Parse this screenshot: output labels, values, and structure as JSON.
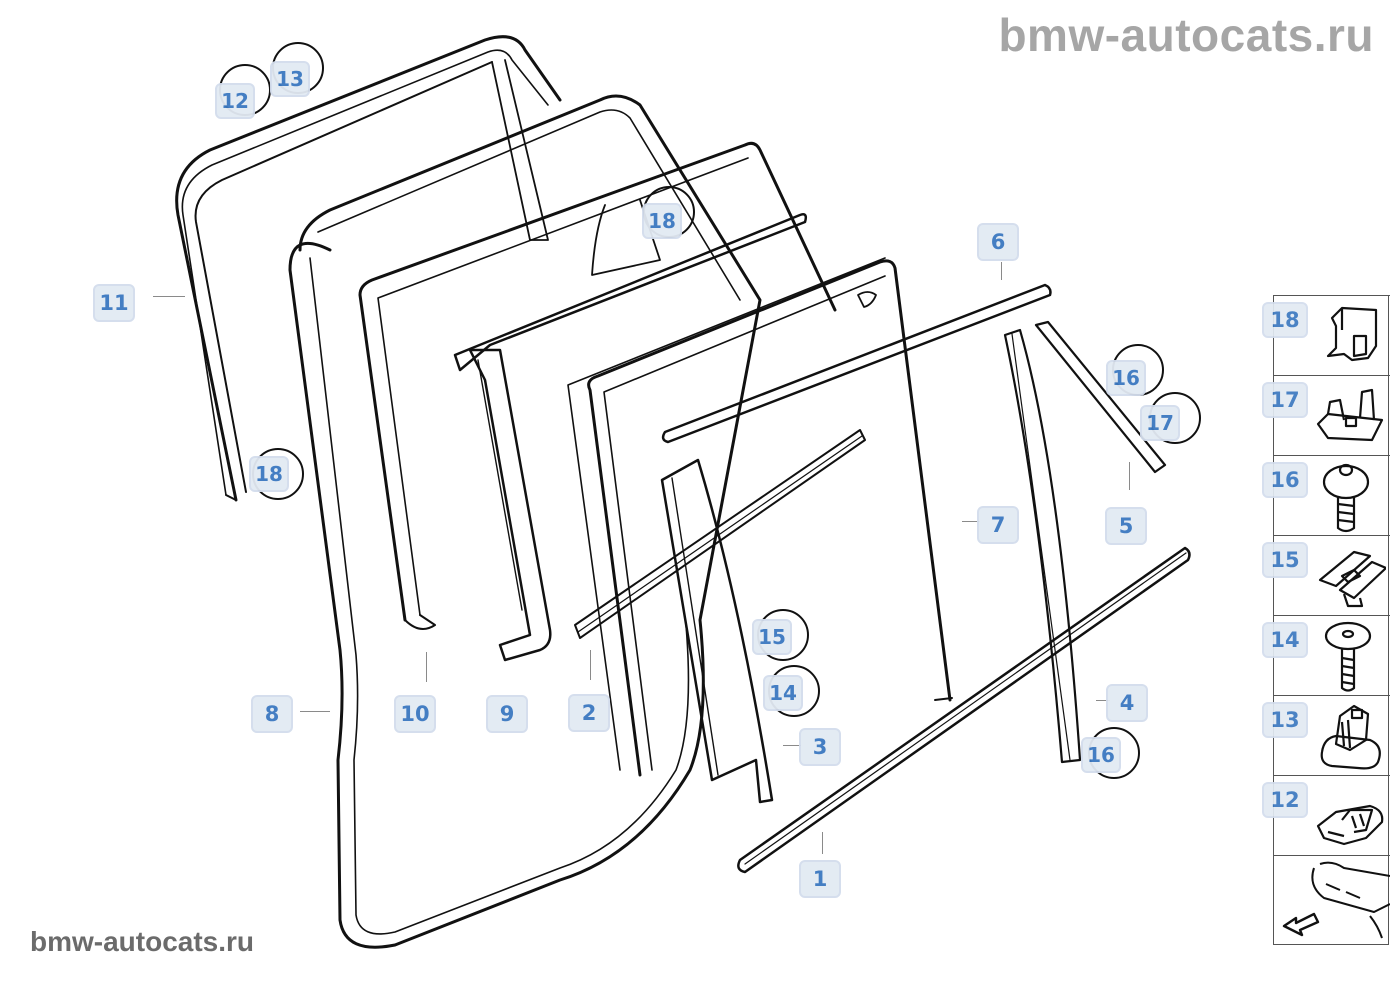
{
  "watermark": {
    "top": "bmw-autocats.ru",
    "bottom": "bmw-autocats.ru"
  },
  "callouts": {
    "c1": "1",
    "c2": "2",
    "c3": "3",
    "c4": "4",
    "c5": "5",
    "c6": "6",
    "c7": "7",
    "c8": "8",
    "c9": "9",
    "c10": "10",
    "c11": "11",
    "c12": "12",
    "c13": "13",
    "c14": "14",
    "c15": "15",
    "c16a": "16",
    "c16b": "16",
    "c17": "17",
    "c18a": "18",
    "c18b": "18"
  },
  "legend": {
    "items": [
      {
        "number": "18",
        "icon": "clip-icon"
      },
      {
        "number": "17",
        "icon": "clamp-icon"
      },
      {
        "number": "16",
        "icon": "screw-washer-icon"
      },
      {
        "number": "15",
        "icon": "nut-clip-icon"
      },
      {
        "number": "14",
        "icon": "screw-icon"
      },
      {
        "number": "13",
        "icon": "retainer-icon"
      },
      {
        "number": "12",
        "icon": "bracket-clip-icon"
      }
    ],
    "nav_icon": "car-front-arrow-icon"
  },
  "colors": {
    "callout_text": "#3b78c0",
    "callout_bg": "#e2eaf3",
    "watermark_top": "#a6a6a6",
    "watermark_bottom": "#6b6b6b"
  }
}
